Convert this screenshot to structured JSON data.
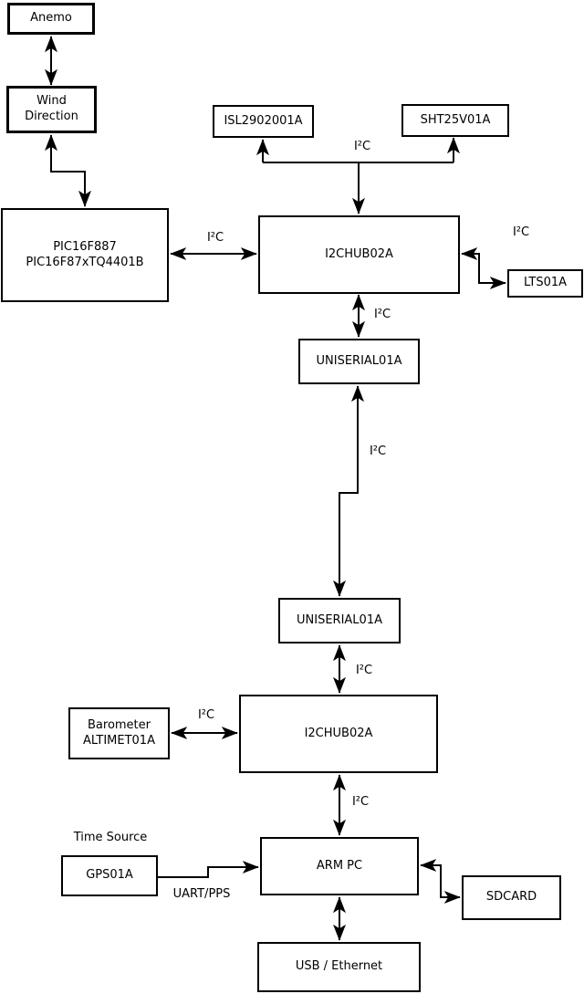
{
  "colors": {
    "background": "#ffffff",
    "line": "#000000",
    "text": "#000000"
  },
  "boxes": {
    "anemo": "Anemo",
    "wind_direction": "Wind\nDirection",
    "pic": "PIC16F887\nPIC16F87xTQ4401B",
    "isl": "ISL2902001A",
    "sht": "SHT25V01A",
    "i2c_hub_upper": "I2CHUB02A",
    "lts": "LTS01A",
    "uniserial_upper": "UNISERIAL01A",
    "uniserial_lower": "UNISERIAL01A",
    "i2c_hub_lower": "I2CHUB02A",
    "barometer": "Barometer\nALTIMET01A",
    "gps": "GPS01A",
    "arm_pc": "ARM PC",
    "sdcard": "SDCARD",
    "usb_ethernet": "USB / Ethernet"
  },
  "labels": {
    "i2c_pic_hub": "I²C",
    "i2c_sensor_bus": "I²C",
    "i2c_lts": "I²C",
    "i2c_hub_uniserial": "I²C",
    "i2c_uniserial_link": "I²C",
    "i2c_uniserial_hub": "I²C",
    "i2c_barometer": "I²C",
    "i2c_hub_armpc": "I²C",
    "time_source": "Time Source",
    "uart_pps": "UART/PPS"
  },
  "edges": [
    {
      "from": "anemo",
      "to": "wind_direction",
      "bidirectional": true
    },
    {
      "from": "wind_direction",
      "to": "pic",
      "bidirectional": true
    },
    {
      "from": "pic",
      "to": "i2c_hub_upper",
      "bidirectional": true,
      "label": "I²C"
    },
    {
      "from": "i2c_hub_upper",
      "to": "isl",
      "bidirectional": false,
      "label": "I²C"
    },
    {
      "from": "i2c_hub_upper",
      "to": "sht",
      "bidirectional": false,
      "label": "I²C"
    },
    {
      "from": "i2c_hub_upper",
      "to": "lts",
      "bidirectional": true,
      "label": "I²C"
    },
    {
      "from": "i2c_hub_upper",
      "to": "uniserial_upper",
      "bidirectional": true,
      "label": "I²C"
    },
    {
      "from": "uniserial_upper",
      "to": "uniserial_lower",
      "bidirectional": true,
      "label": "I²C"
    },
    {
      "from": "uniserial_lower",
      "to": "i2c_hub_lower",
      "bidirectional": true,
      "label": "I²C"
    },
    {
      "from": "i2c_hub_lower",
      "to": "barometer",
      "bidirectional": true,
      "label": "I²C"
    },
    {
      "from": "i2c_hub_lower",
      "to": "arm_pc",
      "bidirectional": true,
      "label": "I²C"
    },
    {
      "from": "gps",
      "to": "arm_pc",
      "bidirectional": false,
      "label": "UART/PPS"
    },
    {
      "from": "arm_pc",
      "to": "sdcard",
      "bidirectional": true
    },
    {
      "from": "arm_pc",
      "to": "usb_ethernet",
      "bidirectional": true
    }
  ]
}
